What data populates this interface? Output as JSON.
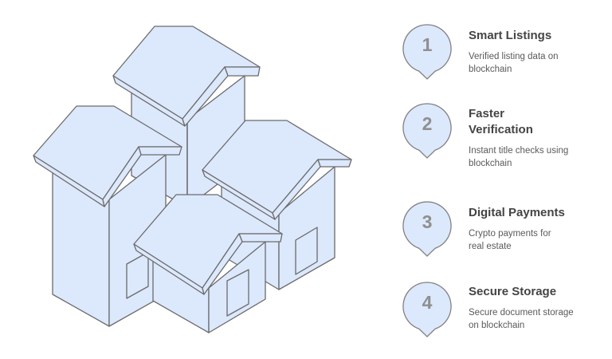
{
  "colors": {
    "fill": "#dce8fc",
    "stroke": "#6b6b6b",
    "title_text": "#444444",
    "desc_text": "#5a5a5a",
    "number_text": "#8f8f8f"
  },
  "illustration": {
    "subject": "isometric cluster of four houses",
    "houses": [
      "tall-back-house",
      "left-house",
      "right-house",
      "front-house"
    ]
  },
  "steps": [
    {
      "number": "1",
      "title": "Smart Listings",
      "description": "Verified listing data on blockchain"
    },
    {
      "number": "2",
      "title": "Faster Verification",
      "description": "Instant title checks using blockchain"
    },
    {
      "number": "3",
      "title": "Digital Payments",
      "description": "Crypto payments for real estate"
    },
    {
      "number": "4",
      "title": "Secure Storage",
      "description": "Secure document storage on blockchain"
    }
  ]
}
